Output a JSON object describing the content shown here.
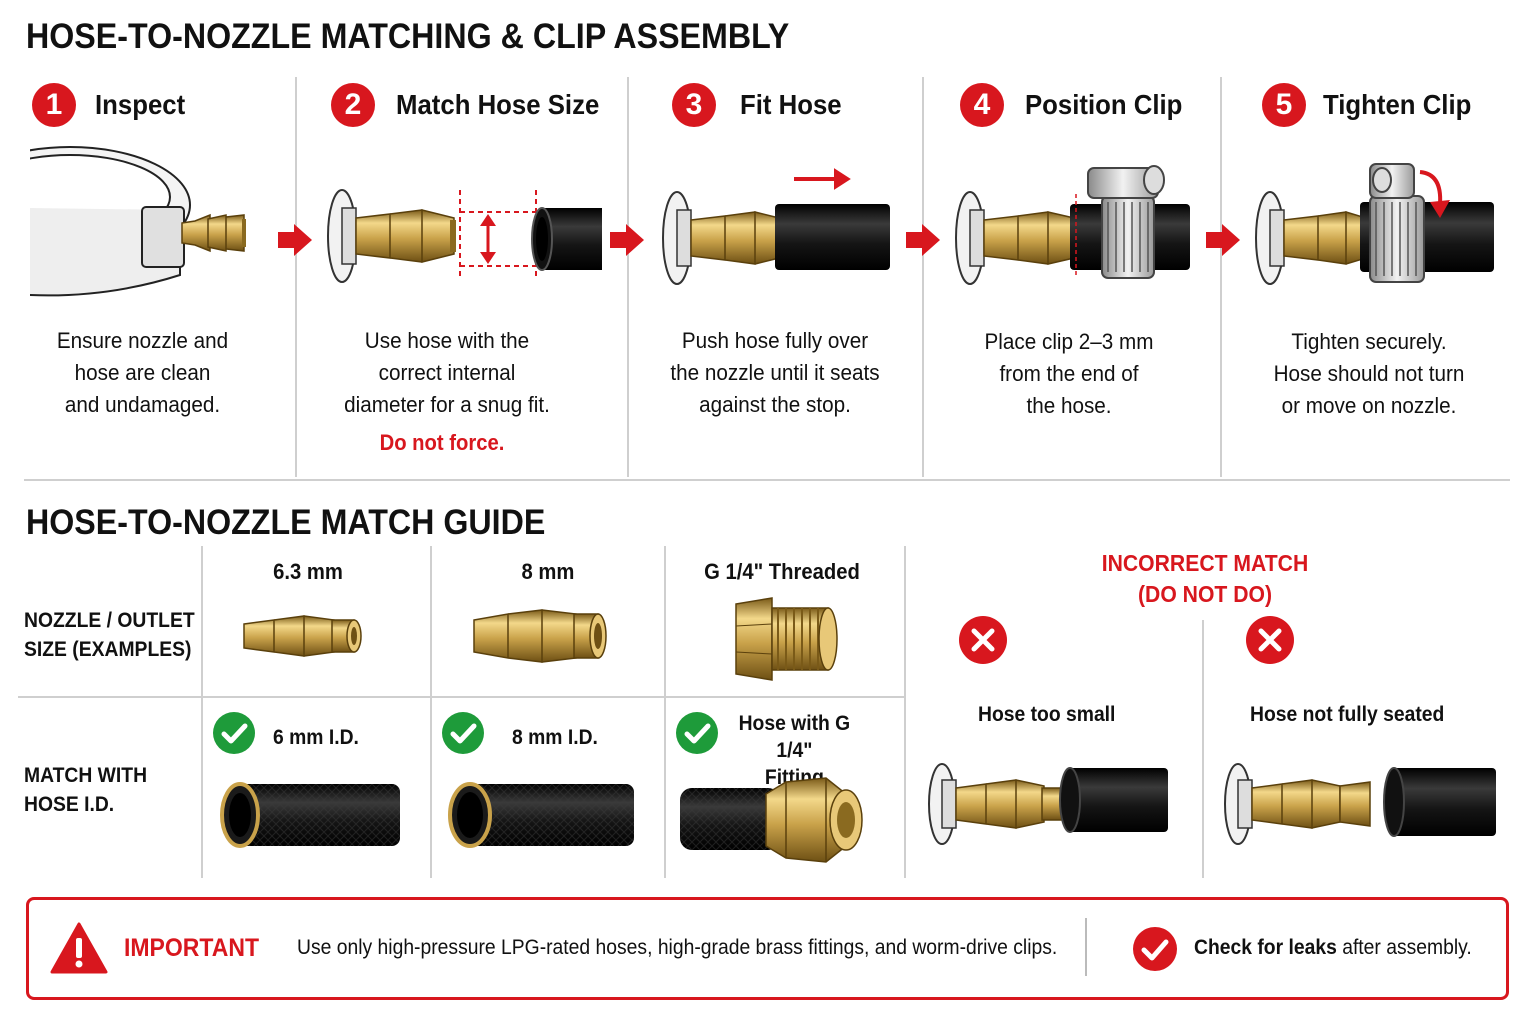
{
  "title_assembly": "HOSE-TO-NOZZLE MATCHING & CLIP ASSEMBLY",
  "steps": [
    {
      "num": "1",
      "title": "Inspect",
      "desc": "Ensure nozzle and\nhose are clean\nand undamaged.",
      "warn": ""
    },
    {
      "num": "2",
      "title": "Match Hose Size",
      "desc": "Use hose with the\ncorrect internal\ndiameter for a snug fit.",
      "warn": "Do not force."
    },
    {
      "num": "3",
      "title": "Fit Hose",
      "desc": "Push hose fully over\nthe nozzle until it seats\nagainst the stop.",
      "warn": ""
    },
    {
      "num": "4",
      "title": "Position Clip",
      "desc": "Place clip 2–3 mm\nfrom the end of\nthe hose.",
      "warn": ""
    },
    {
      "num": "5",
      "title": "Tighten Clip",
      "desc": "Tighten securely.\nHose should not turn\nor move on nozzle.",
      "warn": ""
    }
  ],
  "title_guide": "HOSE-TO-NOZZLE MATCH GUIDE",
  "guide": {
    "row_nozzle": "NOZZLE / OUTLET\nSIZE (EXAMPLES)",
    "row_hose": "MATCH WITH\nHOSE I.D.",
    "columns": [
      {
        "size": "6.3 mm",
        "match": "6 mm I.D."
      },
      {
        "size": "8 mm",
        "match": "8 mm I.D."
      },
      {
        "size": "G 1/4\" Threaded",
        "match": "Hose with G 1/4\"\nFitting"
      }
    ],
    "incorrect_title": "INCORRECT MATCH\n(DO NOT DO)",
    "incorrect": [
      {
        "label": "Hose too small"
      },
      {
        "label": "Hose not fully seated"
      }
    ]
  },
  "important": {
    "label": "IMPORTANT",
    "text": "Use only high-pressure LPG-rated hoses, high-grade brass fittings, and worm-drive clips.",
    "check_bold": "Check for leaks",
    "check_rest": " after assembly."
  },
  "colors": {
    "accent": "#d8171e",
    "ok": "#1e9b3a",
    "brass": "#c9a24a",
    "hose": "#1b1b1b"
  }
}
